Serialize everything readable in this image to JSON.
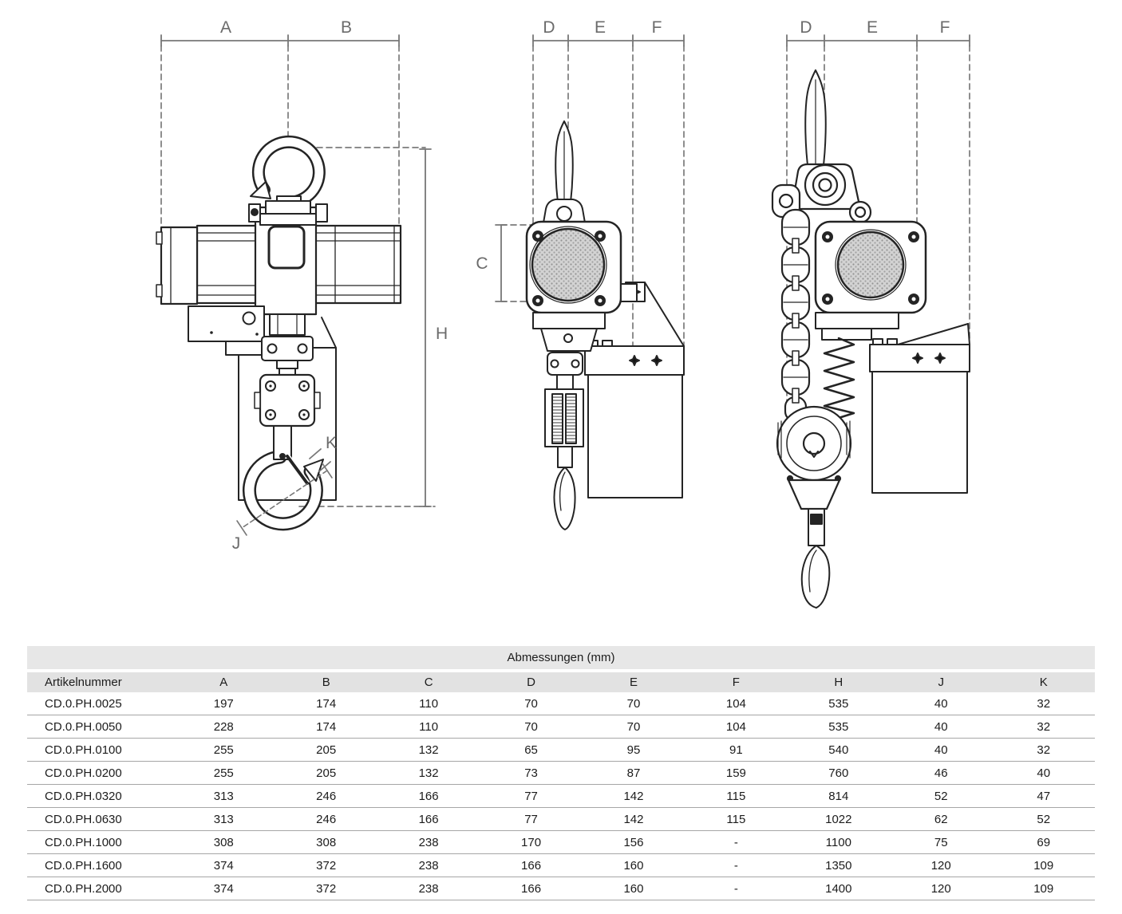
{
  "drawing": {
    "dim_letters": {
      "A": "A",
      "B": "B",
      "C": "C",
      "D": "D",
      "E": "E",
      "F": "F",
      "H": "H",
      "J": "J",
      "K": "K"
    }
  },
  "table": {
    "title": "Abmessungen (mm)",
    "columns": [
      "Artikelnummer",
      "A",
      "B",
      "C",
      "D",
      "E",
      "F",
      "H",
      "J",
      "K"
    ],
    "rows": [
      [
        "CD.0.PH.0025",
        "197",
        "174",
        "110",
        "70",
        "70",
        "104",
        "535",
        "40",
        "32"
      ],
      [
        "CD.0.PH.0050",
        "228",
        "174",
        "110",
        "70",
        "70",
        "104",
        "535",
        "40",
        "32"
      ],
      [
        "CD.0.PH.0100",
        "255",
        "205",
        "132",
        "65",
        "95",
        "91",
        "540",
        "40",
        "32"
      ],
      [
        "CD.0.PH.0200",
        "255",
        "205",
        "132",
        "73",
        "87",
        "159",
        "760",
        "46",
        "40"
      ],
      [
        "CD.0.PH.0320",
        "313",
        "246",
        "166",
        "77",
        "142",
        "115",
        "814",
        "52",
        "47"
      ],
      [
        "CD.0.PH.0630",
        "313",
        "246",
        "166",
        "77",
        "142",
        "115",
        "1022",
        "62",
        "52"
      ],
      [
        "CD.0.PH.1000",
        "308",
        "308",
        "238",
        "170",
        "156",
        "-",
        "1100",
        "75",
        "69"
      ],
      [
        "CD.0.PH.1600",
        "374",
        "372",
        "238",
        "166",
        "160",
        "-",
        "1350",
        "120",
        "109"
      ],
      [
        "CD.0.PH.2000",
        "374",
        "372",
        "238",
        "166",
        "160",
        "-",
        "1400",
        "120",
        "109"
      ]
    ]
  }
}
